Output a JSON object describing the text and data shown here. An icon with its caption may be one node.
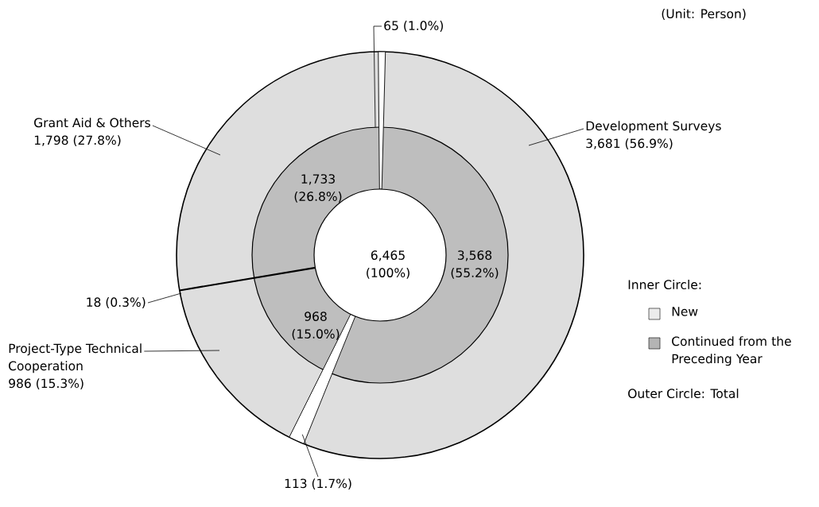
{
  "diagram": {
    "nodes": [
      {
        "text": [
          "65 (1.0%)"
        ]
      },
      {
        "text": [
          "Grant Aid & Others",
          "1,798 (27.8%)"
        ]
      },
      {
        "text": [
          "Development Surveys",
          "3,681 (56.9%)"
        ]
      },
      {
        "text": [
          "18 (0.3%)"
        ]
      },
      {
        "text": [
          "Project-Type Technical Cooperation",
          "986 (15.3%)"
        ]
      },
      {
        "text": [
          "113 (1.7%)"
        ]
      },
      {
        "text": [],
        "shape": "bar"
      }
    ],
    "edges": [
      {
        "from": 0,
        "to": null,
        "arrow": "none"
      },
      {
        "from": 1,
        "to": null,
        "arrow": "none"
      },
      {
        "from": 2,
        "to": null,
        "arrow": "none"
      },
      {
        "from": 3,
        "to": null,
        "arrow": "none"
      },
      {
        "from": 4,
        "to": null,
        "arrow": "none"
      },
      {
        "from": 5,
        "to": 6,
        "arrow": "none"
      }
    ],
    "labels": [
      "(Unit: Person)",
      "1,733 (26.8%)",
      "6,465 (100%)",
      "3,568 (55.2%)",
      "968 (15.0%)",
      "Inner Circle:",
      "Outer Circle: Total"
    ],
    "legend": [
      {
        "text": "New",
        "color": "#ececec"
      },
      {
        "text": "Continued from the Preceding Year",
        "color": "#b4b4b4"
      }
    ]
  }
}
